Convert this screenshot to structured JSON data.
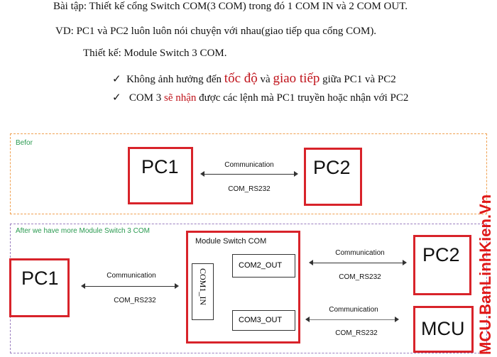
{
  "text": {
    "line1": "Bài tập: Thiết kế cổng Switch COM(3 COM) trong đó 1 COM IN và 2 COM OUT.",
    "line2": "VD: PC1 và PC2 luôn luôn nói chuyện với nhau(giao tiếp qua cổng COM).",
    "line3": "Thiết kế: Module Switch 3 COM.",
    "bullet1": {
      "check": "✓",
      "a": "Không ảnh hưởng đến ",
      "b": "tốc độ",
      "c": " và ",
      "d": "giao tiếp",
      "e": " giữa PC1 và PC2"
    },
    "bullet2": {
      "check": "✓",
      "a": "COM 3 ",
      "b": "sẽ nhận",
      "c": " được các lệnh mà PC1 truyền hoặc nhận với PC2"
    }
  },
  "before": {
    "label": "Befor",
    "pc1": "PC1",
    "pc2": "PC2",
    "link_top": "Communication",
    "link_bottom": "COM_RS232",
    "border_color": "#f0a050"
  },
  "after": {
    "label": "After we have more Module Switch 3 COM",
    "pc1": "PC1",
    "pc2": "PC2",
    "mcu": "MCU",
    "border_color": "#9b7fc0",
    "module": {
      "title": "Module Switch COM",
      "com_in": "COM1_IN",
      "com2": "COM2_OUT",
      "com3": "COM3_OUT"
    },
    "link1": {
      "top": "Communication",
      "bottom": "COM_RS232"
    },
    "link2": {
      "top": "Communication",
      "bottom": "COM_RS232"
    },
    "link3": {
      "top": "Communication",
      "bottom": "COM_RS232"
    }
  },
  "watermark": "MCU.BanLinhKien.Vn"
}
